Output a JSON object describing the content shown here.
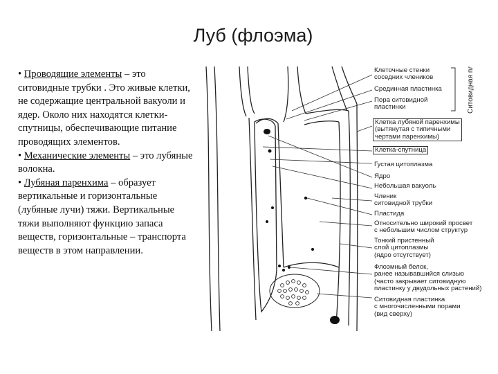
{
  "title": "Луб (флоэма)",
  "paragraphs": [
    {
      "bullet": "•",
      "term": "Проводящие элементы",
      "rest": " – это ситовидные трубки . Это живые клетки, не содержащие центральной вакуоли и ядер. Около них находятся клетки-спутницы, обеспечивающие питание проводящих элементов."
    },
    {
      "bullet": "•",
      "term": "Механические элементы",
      "rest": " – это лубяные волокна."
    },
    {
      "bullet": "•",
      "term": "Лубяная паренхима",
      "rest": " – образует вертикальные и горизонтальные (лубяные лучи) тяжи. Вертикальные тяжи выполняют функцию запаса веществ, горизонтальные – транспорта веществ в этом направлении."
    }
  ],
  "figure": {
    "side_label": "Ситовидная пластинка",
    "labels": [
      "Клеточные стенки\nсоседних члеников",
      "Срединная пластинка",
      "Пора ситовидной\nпластинки",
      "Клетка лубяной паренхимы\n(вытянутая с типичными\nчертами паренхимы)",
      "Клетка-спутница",
      "Густая цитоплазма",
      "Ядро",
      "Небольшая вакуоль",
      "Членик\nситовидной трубки",
      "Пластида",
      "Относительно широкий просвет\nс небольшим числом структур",
      "Тонкий пристенный\nслой цитоплазмы\n(ядро отсутствует)",
      "Флоэмный белок,\nранее называвшийся слизью\n(часто закрывает ситовидную\nпластинку у двудольных растений)",
      "Ситовидная пластинка\nс многочисленными порами\n(вид сверху)"
    ]
  }
}
